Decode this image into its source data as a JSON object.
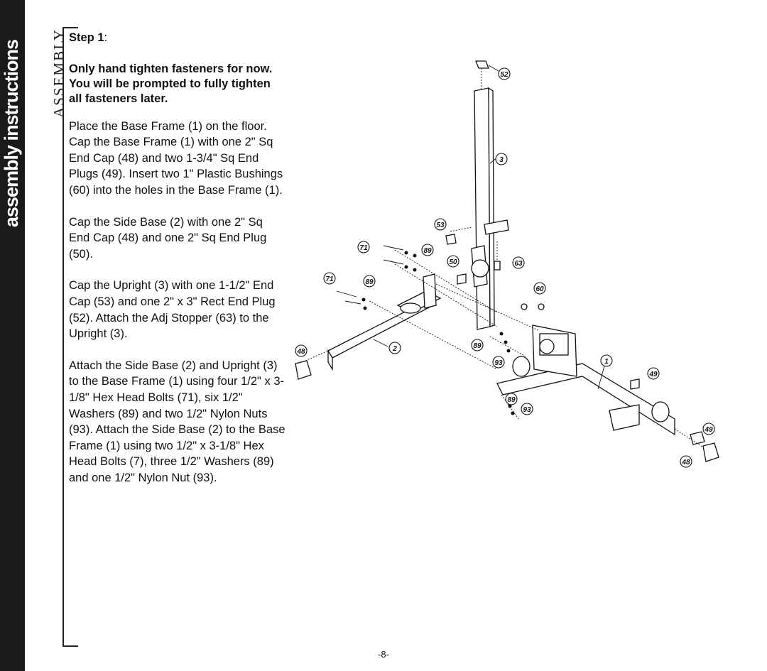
{
  "sidebar": {
    "title": "assembly instructions"
  },
  "section_label": "ASSEMBLY",
  "step": {
    "label": "Step 1",
    "colon": ":"
  },
  "warning": "Only hand tighten fasteners for now. You will be prompted to fully tighten all fasteners later.",
  "paragraphs": [
    "Place the Base Frame (1) on the floor. Cap the Base Frame (1) with one 2\" Sq End Cap (48) and two 1-3/4\" Sq End Plugs (49). Insert two 1\" Plastic Bushings (60) into the holes in the Base Frame (1).",
    "Cap the Side Base (2) with one 2\" Sq End Cap (48) and one 2\" Sq End Plug (50).",
    "Cap the Upright (3) with one 1-1/2\" End Cap (53) and one 2\" x 3\" Rect End Plug (52). Attach the Adj Stopper (63) to the Upright (3).",
    "Attach the Side Base (2) and Upright (3) to the Base Frame (1) using four 1/2\" x 3-1/8\" Hex Head Bolts (71), six 1/2\" Washers (89) and two 1/2\" Nylon Nuts (93). Attach the Side Base (2) to the Base Frame (1) using two 1/2\" x 3-1/8\" Hex Head Bolts (7), three 1/2\" Washers (89) and one 1/2\" Nylon Nut (93)."
  ],
  "callouts": {
    "c52": "52",
    "c3": "3",
    "c53": "53",
    "c71a": "71",
    "c89a": "89",
    "c50": "50",
    "c63": "63",
    "c71b": "71",
    "c89b": "89",
    "c60": "60",
    "c48a": "48",
    "c2": "2",
    "c89c": "89",
    "c93a": "93",
    "c1": "1",
    "c49a": "49",
    "c89d": "89",
    "c93b": "93",
    "c49b": "49",
    "c48b": "48"
  },
  "page_number": "-8-"
}
